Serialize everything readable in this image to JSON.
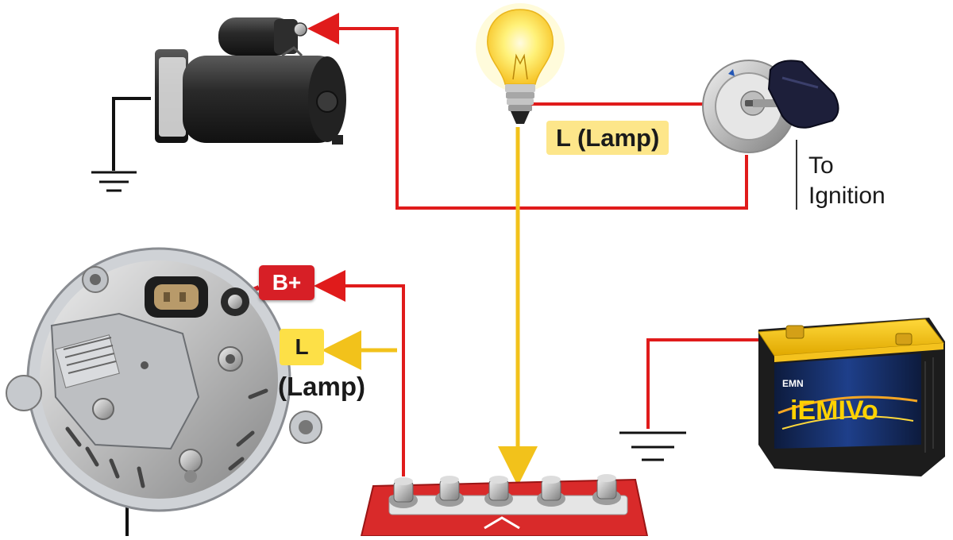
{
  "labels": {
    "lamp_main": "L (Lamp)",
    "b_plus": "B+",
    "l_short": "L",
    "lamp_sub": "(Lamp)",
    "ignition_line1": "To",
    "ignition_line2": "Ignition"
  },
  "battery": {
    "brand_top": "EMN",
    "brand_main": "iEMIVo"
  },
  "colors": {
    "power_wire": "#e01b1b",
    "lamp_wire": "#f2c21b",
    "ground_wire": "#111111",
    "battery_top": "#f5c518",
    "battery_case": "#1c1c1c",
    "distribution_block": "#d92a2a"
  },
  "components": [
    {
      "name": "starter-motor"
    },
    {
      "name": "warning-lamp-bulb"
    },
    {
      "name": "ignition-switch"
    },
    {
      "name": "alternator"
    },
    {
      "name": "battery"
    },
    {
      "name": "distribution-terminal-block"
    }
  ]
}
